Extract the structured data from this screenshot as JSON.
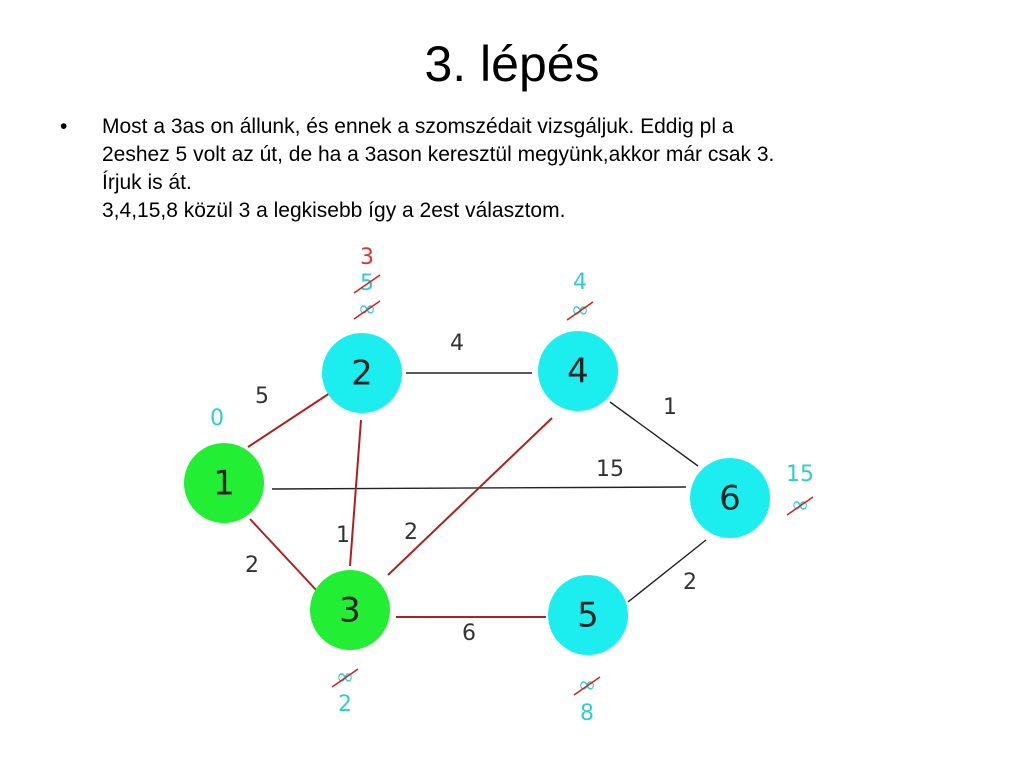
{
  "slide": {
    "title": "3. lépés",
    "bullet": {
      "symbol": "•",
      "lines": [
        "Most a 3as on állunk, és ennek a szomszédait vizsgáljuk. Eddig pl a",
        "2eshez 5 volt az út, de ha a 3ason keresztül megyünk,akkor már csak 3.",
        "Írjuk is át.",
        "3,4,15,8 közül 3 a legkisebb így a 2est választom."
      ]
    }
  },
  "graph": {
    "colors": {
      "visited": "#22ee33",
      "unvisited": "#1ceef0",
      "edge_default": "#222222",
      "edge_active": "#aa2222",
      "distance_text": "#33cccc",
      "new_value": "#dd3333",
      "strike": "#cc2222"
    },
    "nodes": [
      {
        "id": "1",
        "label": "1",
        "state": "visited"
      },
      {
        "id": "2",
        "label": "2",
        "state": "unvisited"
      },
      {
        "id": "3",
        "label": "3",
        "state": "visited"
      },
      {
        "id": "4",
        "label": "4",
        "state": "unvisited"
      },
      {
        "id": "5",
        "label": "5",
        "state": "unvisited"
      },
      {
        "id": "6",
        "label": "6",
        "state": "unvisited"
      }
    ],
    "edges": [
      {
        "from": "1",
        "to": "2",
        "weight": "5",
        "active": true
      },
      {
        "from": "1",
        "to": "3",
        "weight": "2",
        "active": true
      },
      {
        "from": "1",
        "to": "6",
        "weight": "15",
        "active": false
      },
      {
        "from": "2",
        "to": "4",
        "weight": "4",
        "active": false
      },
      {
        "from": "2",
        "to": "3",
        "weight": "1",
        "active": true
      },
      {
        "from": "3",
        "to": "4",
        "weight": "2",
        "active": true
      },
      {
        "from": "3",
        "to": "5",
        "weight": "6",
        "active": true
      },
      {
        "from": "4",
        "to": "6",
        "weight": "1",
        "active": false
      },
      {
        "from": "5",
        "to": "6",
        "weight": "2",
        "active": false
      }
    ],
    "distance_labels": {
      "1": {
        "values": [
          "0"
        ],
        "struck": [
          false
        ]
      },
      "2": {
        "values": [
          "3",
          "5",
          "∞"
        ],
        "struck": [
          false,
          true,
          true
        ],
        "new_index": 0
      },
      "4": {
        "values": [
          "4",
          "∞"
        ],
        "struck": [
          false,
          true
        ]
      },
      "6": {
        "values": [
          "15",
          "∞"
        ],
        "struck": [
          false,
          true
        ]
      },
      "3": {
        "values": [
          "∞",
          "2"
        ],
        "struck": [
          true,
          false
        ]
      },
      "5": {
        "values": [
          "∞",
          "8"
        ],
        "struck": [
          true,
          false
        ]
      }
    }
  }
}
